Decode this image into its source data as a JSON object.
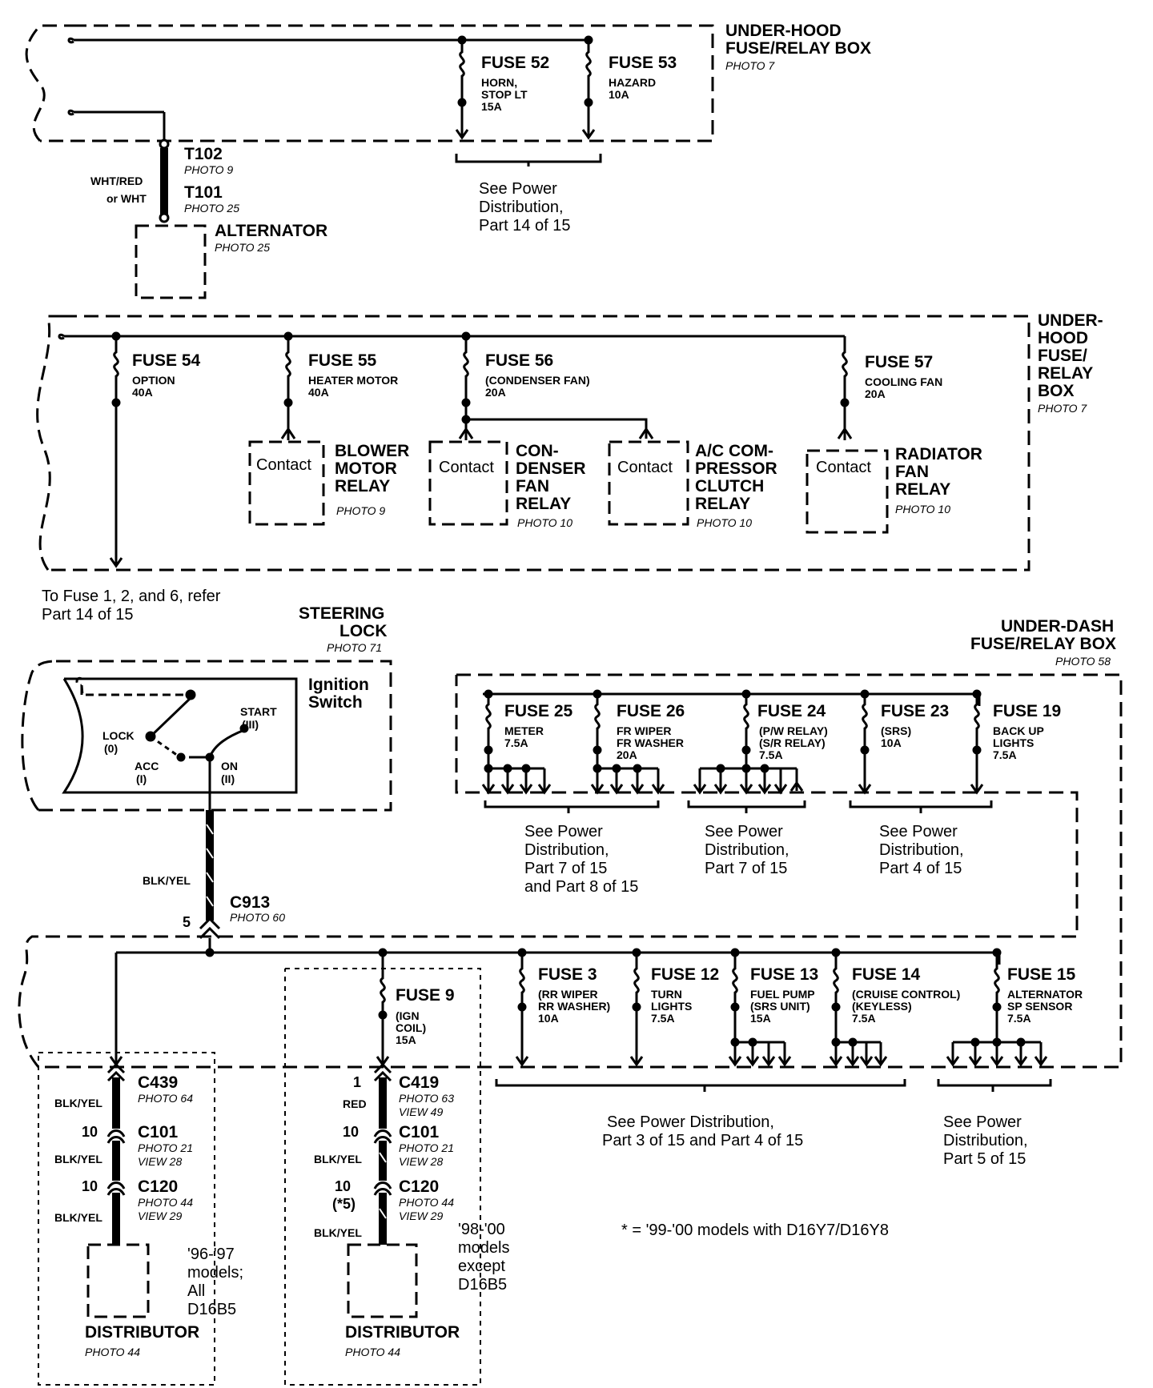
{
  "top_box": {
    "title_l1": "UNDER-HOOD",
    "title_l2": "FUSE/RELAY BOX",
    "photo": "PHOTO 7",
    "fuses": [
      {
        "name": "FUSE 52",
        "l1": "HORN,",
        "l2": "STOP  LT",
        "l3": "15A"
      },
      {
        "name": "FUSE 53",
        "l1": "HAZARD",
        "l2": "10A",
        "l3": ""
      }
    ],
    "see_l1": "See Power",
    "see_l2": "Distribution,",
    "see_l3": "Part 14 of 15"
  },
  "alternator": {
    "t102": "T102",
    "t102_photo": "PHOTO 9",
    "t101": "T101",
    "t101_photo": "PHOTO 25",
    "wire_l1": "WHT/RED",
    "wire_l2": "or WHT",
    "name": "ALTERNATOR",
    "photo": "PHOTO 25"
  },
  "mid_box": {
    "title": [
      "UNDER-",
      "HOOD",
      "FUSE/",
      "RELAY",
      "BOX"
    ],
    "photo": "PHOTO 7",
    "fuses": [
      {
        "name": "FUSE 54",
        "l1": "OPTION",
        "l2": "40A"
      },
      {
        "name": "FUSE 55",
        "l1": "HEATER MOTOR",
        "l2": "40A"
      },
      {
        "name": "FUSE 56",
        "l1": "(CONDENSER FAN)",
        "l2": "20A"
      },
      {
        "name": "FUSE 57",
        "l1": "COOLING FAN",
        "l2": "20A"
      }
    ],
    "contact": "Contact",
    "relays": [
      {
        "lines": [
          "BLOWER",
          "MOTOR",
          "RELAY"
        ],
        "photo": "PHOTO 9"
      },
      {
        "lines": [
          "CON-",
          "DENSER",
          "FAN",
          "RELAY"
        ],
        "photo": "PHOTO 10"
      },
      {
        "lines": [
          "A/C COM-",
          "PRESSOR",
          "CLUTCH",
          "RELAY"
        ],
        "photo": "PHOTO 10"
      },
      {
        "lines": [
          "RADIATOR",
          "FAN",
          "RELAY"
        ],
        "photo": "PHOTO 10"
      }
    ],
    "note_l1": "To Fuse 1, 2, and 6, refer",
    "note_l2": "Part 14 of 15"
  },
  "steering": {
    "title_l1": "STEERING",
    "title_l2": "LOCK",
    "photo": "PHOTO 71",
    "ign_l1": "Ignition",
    "ign_l2": "Switch",
    "lock_l1": "LOCK",
    "lock_l2": "(0)",
    "acc_l1": "ACC",
    "acc_l2": "(I)",
    "on_l1": "ON",
    "on_l2": "(II)",
    "start_l1": "START",
    "start_l2": "(III)",
    "wire": "BLK/YEL",
    "conn": "C913",
    "conn_photo": "PHOTO 60",
    "pin": "5"
  },
  "dash_box": {
    "title_l1": "UNDER-DASH",
    "title_l2": "FUSE/RELAY BOX",
    "photo": "PHOTO 58",
    "upper_fuses": [
      {
        "name": "FUSE 25",
        "l1": "METER",
        "l2": "7.5A",
        "l3": ""
      },
      {
        "name": "FUSE 26",
        "l1": "FR WIPER",
        "l2": "FR WASHER",
        "l3": "20A"
      },
      {
        "name": "FUSE 24",
        "l1": "(P/W RELAY)",
        "l2": "(S/R RELAY)",
        "l3": "7.5A"
      },
      {
        "name": "FUSE 23",
        "l1": "(SRS)",
        "l2": "10A",
        "l3": ""
      },
      {
        "name": "FUSE 19",
        "l1": "BACK UP",
        "l2": "LIGHTS",
        "l3": "7.5A"
      }
    ],
    "see_a": [
      "See Power",
      "Distribution,",
      "Part 7 of 15",
      "and Part 8 of 15"
    ],
    "see_b": [
      "See Power",
      "Distribution,",
      "Part 7 of 15"
    ],
    "see_c": [
      "See Power",
      "Distribution,",
      "Part 4 of 15"
    ],
    "lower_fuses": [
      {
        "name": "FUSE 9",
        "l1": "(IGN",
        "l2": "COIL)",
        "l3": "15A"
      },
      {
        "name": "FUSE 3",
        "l1": "(RR WIPER",
        "l2": "RR WASHER)",
        "l3": "10A"
      },
      {
        "name": "FUSE 12",
        "l1": "TURN",
        "l2": "LIGHTS",
        "l3": "7.5A"
      },
      {
        "name": "FUSE 13",
        "l1": "FUEL PUMP",
        "l2": "(SRS UNIT)",
        "l3": "15A"
      },
      {
        "name": "FUSE 14",
        "l1": "(CRUISE CONTROL)",
        "l2": "(KEYLESS)",
        "l3": "7.5A"
      },
      {
        "name": "FUSE 15",
        "l1": "ALTERNATOR",
        "l2": "SP SENSOR",
        "l3": "7.5A"
      }
    ],
    "see_d_l1": "See Power Distribution,",
    "see_d_l2": "Part 3 of 15  and Part 4 of 15",
    "see_e": [
      "See Power",
      "Distribution,",
      "Part 5 of 15"
    ]
  },
  "left_dist": {
    "c1": "C439",
    "c1_photo": "PHOTO 64",
    "w1": "BLK/YEL",
    "p2": "10",
    "c2": "C101",
    "c2_photo": "PHOTO 21",
    "c2_view": "VIEW 28",
    "w2": "BLK/YEL",
    "p3": "10",
    "c3": "C120",
    "c3_photo": "PHOTO 44",
    "c3_view": "VIEW 29",
    "w3": "BLK/YEL",
    "models": [
      "'96-'97",
      "models;",
      "All",
      "D16B5"
    ],
    "name": "DISTRIBUTOR",
    "photo": "PHOTO 44"
  },
  "right_dist": {
    "p1": "1",
    "c1": "C419",
    "c1_photo": "PHOTO 63",
    "c1_view": "VIEW 49",
    "w1": "RED",
    "p2": "10",
    "c2": "C101",
    "c2_photo": "PHOTO 21",
    "c2_view": "VIEW 28",
    "w2": "BLK/YEL",
    "p3": "10",
    "p3b": "(*5)",
    "c3": "C120",
    "c3_photo": "PHOTO 44",
    "c3_view": "VIEW 29",
    "w3": "BLK/YEL",
    "models": [
      "'98-'00",
      "models",
      "except",
      "D16B5"
    ],
    "name": "DISTRIBUTOR",
    "photo": "PHOTO 44"
  },
  "footnote": "* = '99-'00 models with D16Y7/D16Y8"
}
